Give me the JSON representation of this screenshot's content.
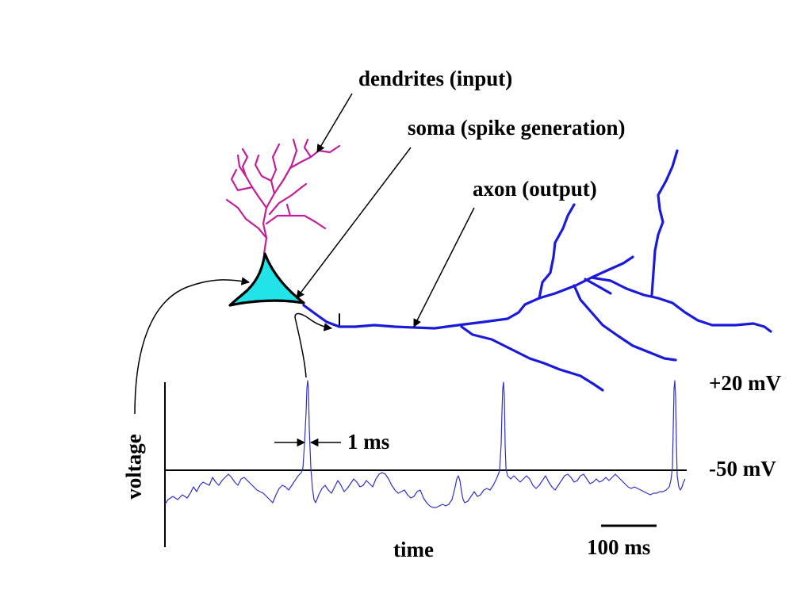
{
  "labels": {
    "dendrites": "dendrites (input)",
    "soma": "soma (spike generation)",
    "axon": "axon (output)",
    "plus20": "+20 mV",
    "minus50": "-50 mV",
    "one_ms": "1 ms",
    "time": "time",
    "scalebar": "100 ms",
    "voltage": "voltage"
  },
  "colors": {
    "dendrite": "#c0209a",
    "soma_fill": "#22e3e8",
    "axon": "#1a1ad8",
    "trace": "#3030c8",
    "ink": "#000000"
  },
  "icons": {
    "soma": "neuron-soma",
    "dendrites": "dendritic-tree",
    "axon": "branching-axon"
  }
}
